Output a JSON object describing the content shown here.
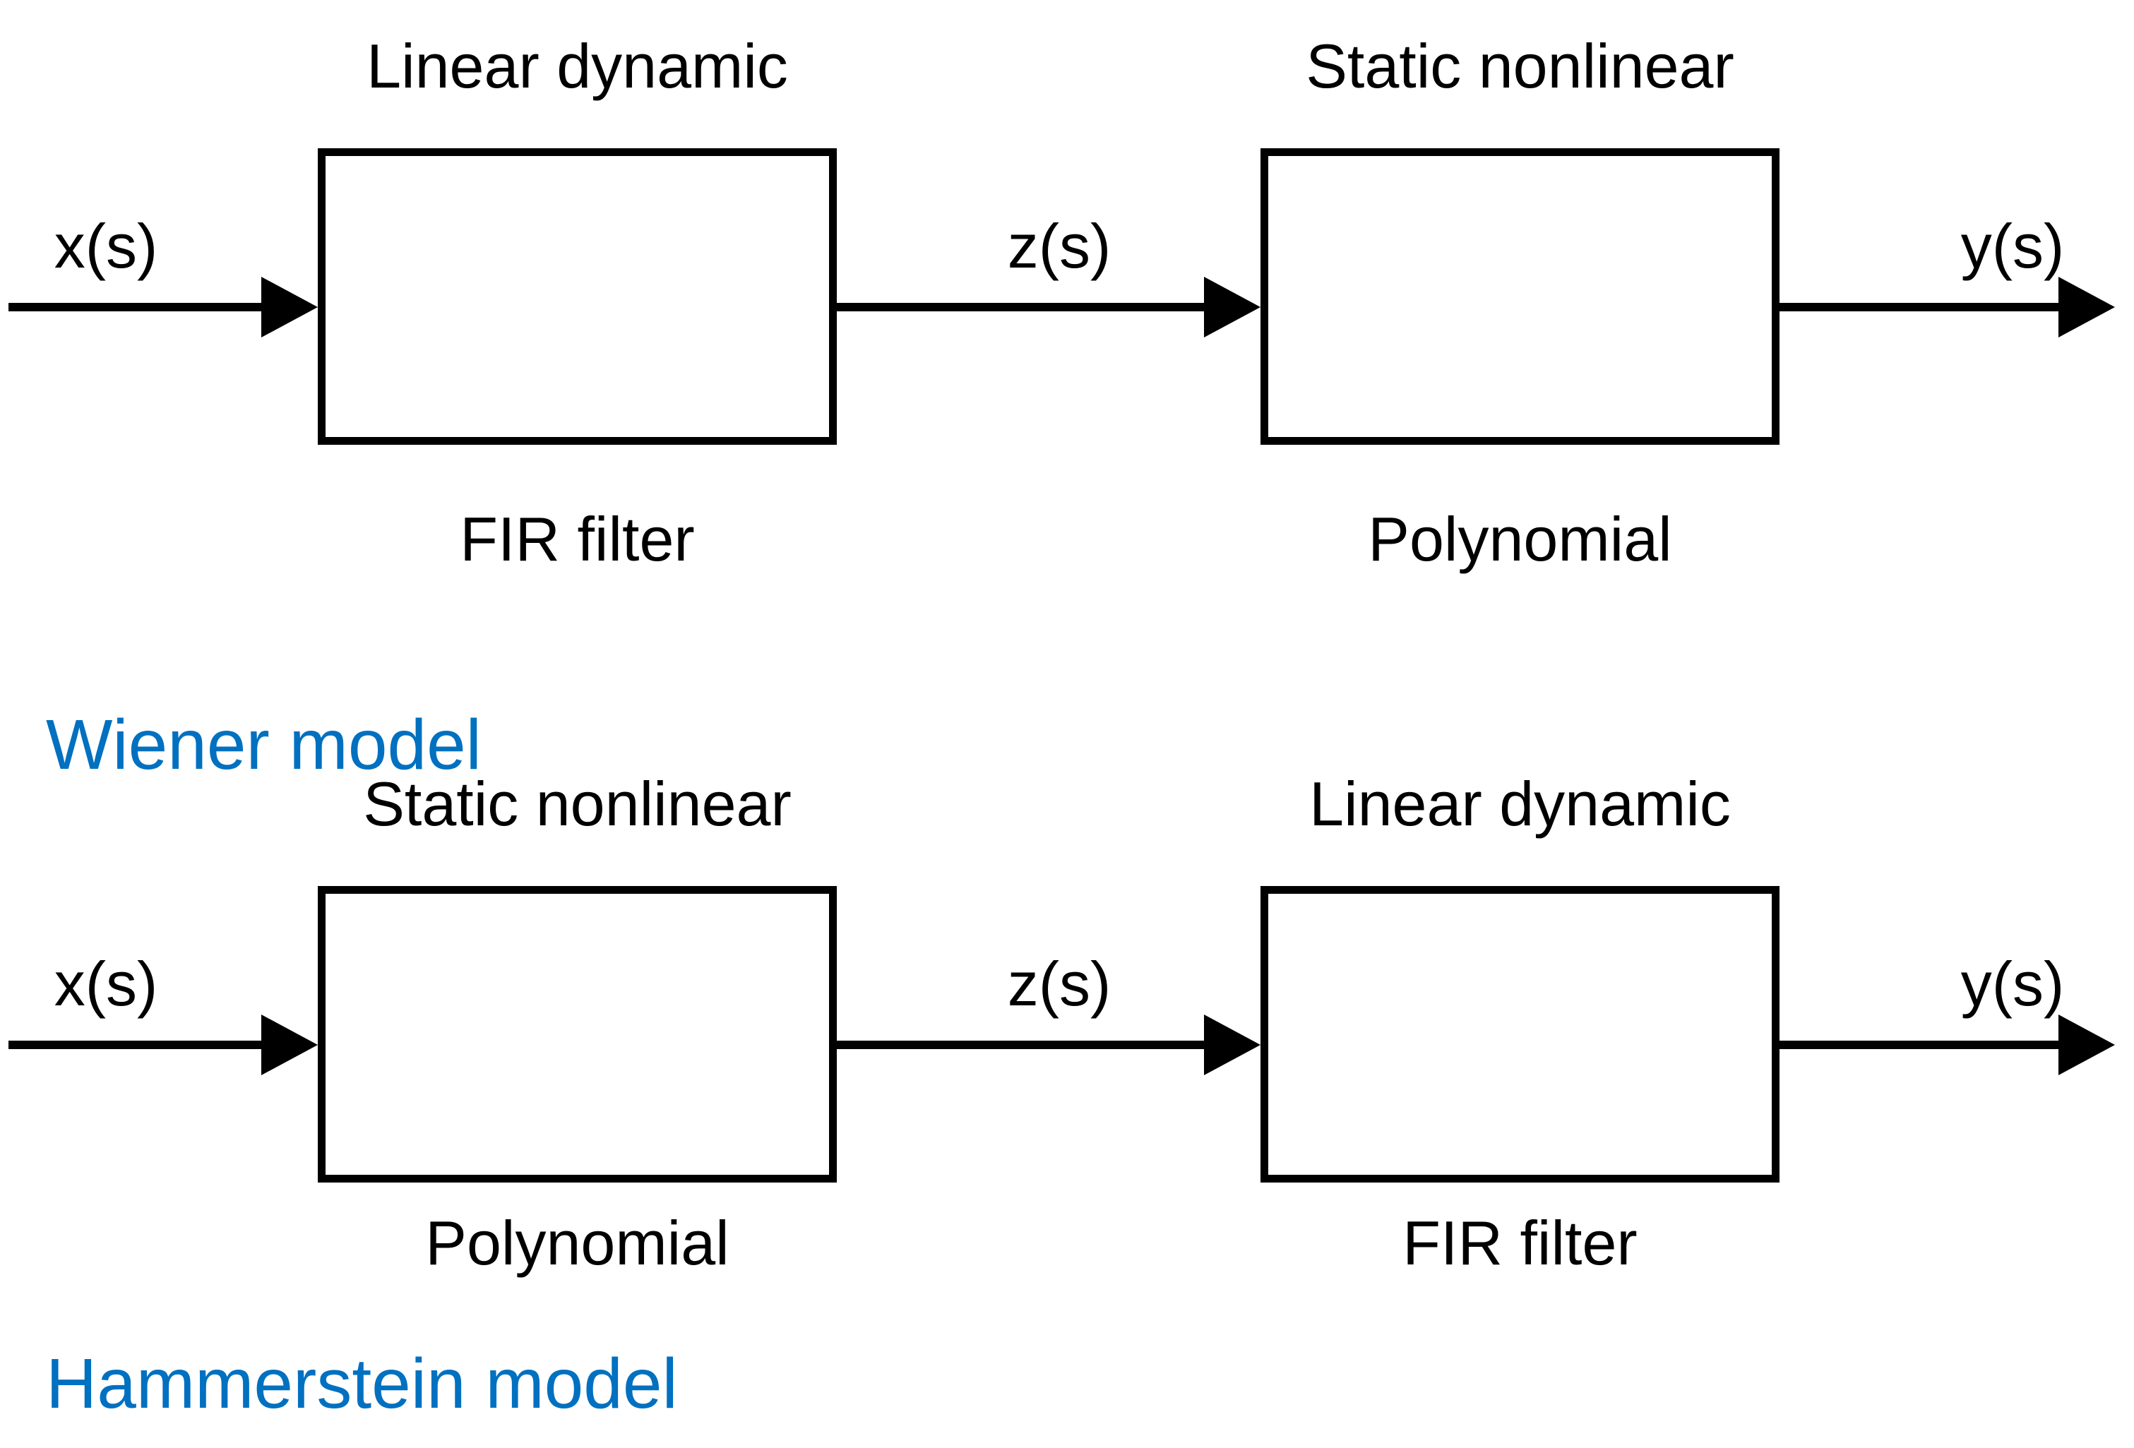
{
  "colors": {
    "accent_blue": "#0070C0",
    "line_black": "#000000",
    "background": "#FFFFFF"
  },
  "diagrams": [
    {
      "name_label": "Wiener model",
      "blocks": [
        {
          "title": "Linear dynamic",
          "subtitle": "FIR filter"
        },
        {
          "title": "Static nonlinear",
          "subtitle": "Polynomial"
        }
      ],
      "signals": {
        "input": "x(s)",
        "intermediate": "z(s)",
        "output": "y(s)"
      }
    },
    {
      "name_label": "Hammerstein model",
      "blocks": [
        {
          "title": "Static nonlinear",
          "subtitle": "Polynomial"
        },
        {
          "title": "Linear dynamic",
          "subtitle": "FIR filter"
        }
      ],
      "signals": {
        "input": "x(s)",
        "intermediate": "z(s)",
        "output": "y(s)"
      }
    }
  ]
}
